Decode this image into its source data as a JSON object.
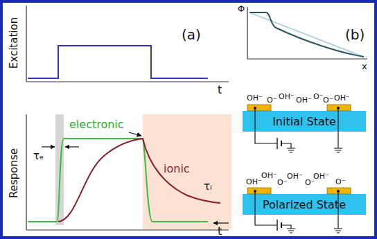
{
  "diagram": {
    "nodes": [
      {
        "text": [
          "Initial State"
        ]
      },
      {
        "text": [
          "Polarized State"
        ]
      }
    ],
    "labels": [
      "Excitation",
      "(a)",
      "t",
      "Response",
      "electronic",
      "τₑ",
      "ionic",
      "τᵢ",
      "t",
      "Φ",
      "x",
      "(b)",
      "OH⁻",
      "O⁻",
      "OH⁻",
      "OH⁻",
      "O⁻",
      "O⁻",
      "OH⁻",
      "OH⁻",
      "OH⁻",
      "O⁻",
      "OH⁻",
      "O⁻",
      "OH⁻",
      "O⁻"
    ]
  }
}
